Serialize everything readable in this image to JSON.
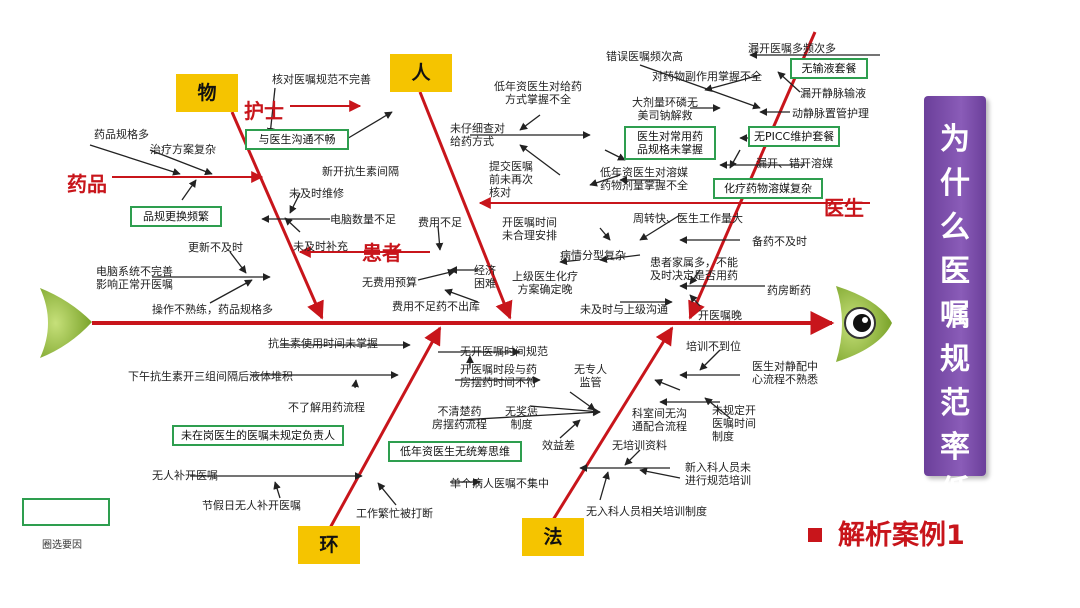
{
  "title": "为什么医嘱规范率低",
  "case_label": "解析案例1",
  "legend_label": "圈选要因",
  "categories": {
    "wu": "物",
    "ren": "人",
    "huan": "环",
    "fa": "法"
  },
  "red_labels": {
    "nurse": "护士",
    "drug": "药品",
    "patient": "患者",
    "doctor": "医生"
  },
  "labels": {
    "l1": "核对医嘱规范不完善",
    "l2": "药品规格多",
    "l3": "治疗方案复杂",
    "l4": "新开抗生素间隔",
    "l5": "未及时维修",
    "l6": "电脑数量不足",
    "l7": "未及时补充",
    "l8": "更新不及时",
    "l9": "电脑系统不完善\n影响正常开医嘱",
    "l10": "操作不熟练，药品规格多",
    "l11": "费用不足",
    "l12": "无费用预算",
    "l13": "经济\n困难",
    "l14": "费用不足药不出库",
    "l15": "低年资医生对给药\n方式掌握不全",
    "l16": "未仔细查对\n给药方式",
    "l17": "提交医嘱\n前未再次\n核对",
    "l18": "错误医嘱频次高",
    "l19": "对药物副作用掌握不全",
    "l20": "大剂量环磷无\n美司钠解救",
    "l21": "低年资医生对溶媒\n药物剂量掌握不全",
    "l22": "漏开医嘱多频次多",
    "l23": "漏开静脉输液",
    "l24": "动静脉置管护理",
    "l25": "漏开、错开溶媒",
    "l26": "开医嘱时间\n未合理安排",
    "l27": "周转快、医生工作量大",
    "l28": "备药不及时",
    "l29": "病情分型复杂",
    "l30": "上级医生化疗\n方案确定晚",
    "l31": "患者家属多，不能\n及时决定是否用药",
    "l32": "药房断药",
    "l33": "未及时与上级沟通",
    "l34": "开医嘱晚",
    "l35": "抗生素使用时间未掌握",
    "l36": "下午抗生素开三组间隔后液体堆积",
    "l37": "不了解用药流程",
    "l38": "无人补开医嘱",
    "l39": "节假日无人补开医嘱",
    "l40": "工作繁忙被打断",
    "l41": "无开医嘱时间规范",
    "l42": "开医嘱时段与药\n房摆药时间不符",
    "l43": "无专人\n监管",
    "l44": "不清楚药\n房摆药流程",
    "l45": "无奖惩\n制度",
    "l46": "效益差",
    "l47": "单个病人医嘱不集中",
    "l48": "培训不到位",
    "l49": "医生对静配中\n心流程不熟悉",
    "l50": "科室间无沟\n通配合流程",
    "l51": "未规定开\n医嘱时间\n制度",
    "l52": "无培训资料",
    "l53": "新入科人员未\n进行规范培训",
    "l54": "无入科人员相关培训制度"
  },
  "boxes": {
    "b1": "与医生沟通不畅",
    "b2": "品规更换频繁",
    "b3": "无输液套餐",
    "b4": "医生对常用药\n品规格未掌握",
    "b5": "无PICC维护套餐",
    "b6": "化疗药物溶媒复杂",
    "b7": "未在岗医生的医嘱未规定负责人",
    "b8": "低年资医生无统筹思维"
  },
  "colors": {
    "spine": "#c8151b",
    "bone": "#c8151b",
    "arrow": "#222222",
    "category_fill": "#f5c400",
    "highlight_border": "#2e9e4f",
    "title_panel": "#7a4ca8"
  }
}
